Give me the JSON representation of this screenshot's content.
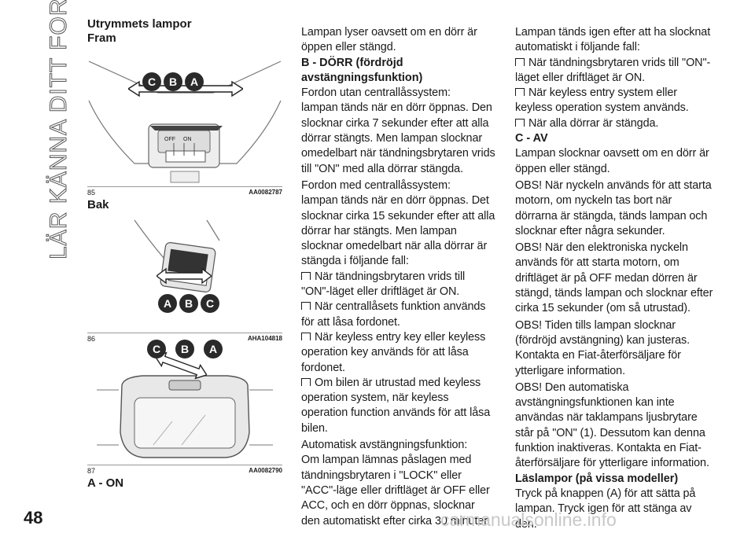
{
  "sidebar": {
    "title": "LÄR KÄNNA DITT FORDON"
  },
  "page": {
    "number": "48",
    "watermark": "carmanualsonline.info"
  },
  "left": {
    "fram": "Utrymmets lampor",
    "fram2": "Fram",
    "fig85": {
      "num": "85",
      "code": "AA0082787"
    },
    "bak": "Bak",
    "fig86": {
      "num": "86",
      "code": "AHA104818"
    },
    "fig87": {
      "num": "87",
      "code": "AA0082790"
    },
    "aon": "A - ON",
    "labels": {
      "a": "A",
      "b": "B",
      "c": "C",
      "off": "OFF",
      "on": "ON"
    }
  },
  "col2": {
    "p1": "Lampan lyser oavsett om en dörr är öppen eller stängd.",
    "h1": "B - DÖRR (fördröjd avstängningsfunktion)",
    "p2": "Fordon utan centrallåssystem:",
    "p3": "lampan tänds när en dörr öppnas. Den slocknar cirka 7 sekunder efter att alla dörrar stängts. Men lampan slocknar omedelbart när tändningsbrytaren vrids till \"ON\" med alla dörrar stängda.",
    "p4": "Fordon med centrallåssystem:",
    "p5": "lampan tänds när en dörr öppnas. Det slocknar cirka 15 sekunder efter att alla dörrar har stängts. Men lampan slocknar omedelbart när alla dörrar är stängda i följande fall:",
    "b1": "När tändningsbrytaren vrids till \"ON\"-läget eller driftläget är ON.",
    "b2": "När centrallåsets funktion används för att låsa fordonet.",
    "b3": "När keyless entry key eller keyless operation key används för att låsa fordonet.",
    "b4": "Om bilen är utrustad med keyless operation system, när keyless operation function används för att låsa bilen.",
    "p6": "Automatisk avstängningsfunktion:",
    "p7": "Om lampan lämnas påslagen med tändningsbrytaren i \"LOCK\" eller \"ACC\"-läge eller driftläget är OFF eller ACC, och en dörr öppnas, slocknar den automatiskt efter cirka 30 minuter."
  },
  "col3": {
    "p1": "Lampan tänds igen efter att ha slocknat automatiskt i följande fall:",
    "b1": "När tändningsbrytaren vrids till \"ON\"-läget eller driftläget är ON.",
    "b2": "När keyless entry system eller keyless operation system används.",
    "b3": "När alla dörrar är stängda.",
    "h1": "C - AV",
    "p2": "Lampan slocknar oavsett om en dörr är öppen eller stängd.",
    "p3": "OBS! När nyckeln används för att starta motorn, om nyckeln tas bort när dörrarna är stängda, tänds lampan och slocknar efter några sekunder.",
    "p4": "OBS! När den elektroniska nyckeln används för att starta motorn, om driftläget är på OFF medan dörren är stängd, tänds lampan och slocknar efter cirka 15 sekunder (om så utrustad).",
    "p5": "OBS! Tiden tills lampan slocknar (fördröjd avstängning) kan justeras. Kontakta en Fiat-återförsäljare för ytterligare information.",
    "p6": "OBS! Den automatiska avstängningsfunktionen kan inte användas när taklampans ljusbrytare står på \"ON\" (1). Dessutom kan denna funktion inaktiveras. Kontakta en Fiat-återförsäljare för ytterligare information.",
    "h2": "Läslampor (på vissa modeller)",
    "p7": "Tryck på knappen (A) för att sätta på lampan. Tryck igen för att stänga av den."
  }
}
